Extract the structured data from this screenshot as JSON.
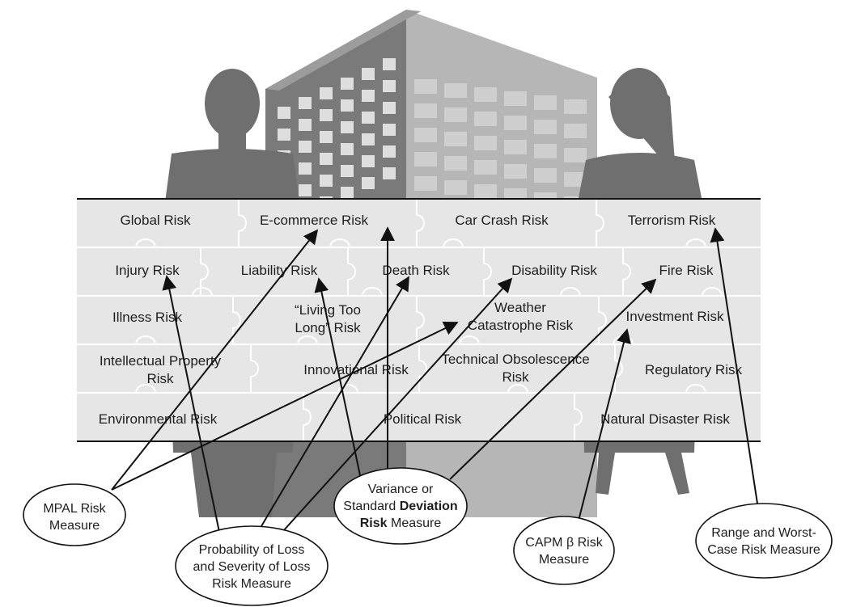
{
  "risks": {
    "global": "Global Risk",
    "ecommerce": "E-commerce Risk",
    "car_crash": "Car Crash Risk",
    "terrorism": "Terrorism Risk",
    "injury": "Injury Risk",
    "liability": "Liability Risk",
    "death": "Death Risk",
    "disability": "Disability Risk",
    "fire": "Fire Risk",
    "illness": "Illness Risk",
    "living_too_long": [
      "“Living Too",
      "Long” Risk"
    ],
    "weather_catastrophe": [
      "Weather",
      "Catastrophe Risk"
    ],
    "investment": "Investment Risk",
    "intellectual_property": [
      "Intellectual Property",
      "Risk"
    ],
    "innovational": "Innovational Risk",
    "technical_obsolescence": [
      "Technical Obsolescence",
      "Risk"
    ],
    "regulatory": "Regulatory Risk",
    "environmental": "Environmental Risk",
    "political": "Political Risk",
    "natural_disaster": "Natural Disaster Risk"
  },
  "measures": {
    "mpal": [
      "MPAL Risk",
      "Measure"
    ],
    "probability_severity": [
      "Probability of Loss",
      "and Severity of Loss",
      "Risk Measure"
    ],
    "variance_line1": "Variance or",
    "variance_line2_prefix": "Standard ",
    "variance_line2_bold": "Deviation",
    "variance_line3_bold": "Risk",
    "variance_line3_suffix": " Measure",
    "capm_line1": "CAPM β Risk",
    "capm_line2": "Measure",
    "range_worst": [
      "Range and Worst-",
      "Case Risk Measure"
    ]
  }
}
